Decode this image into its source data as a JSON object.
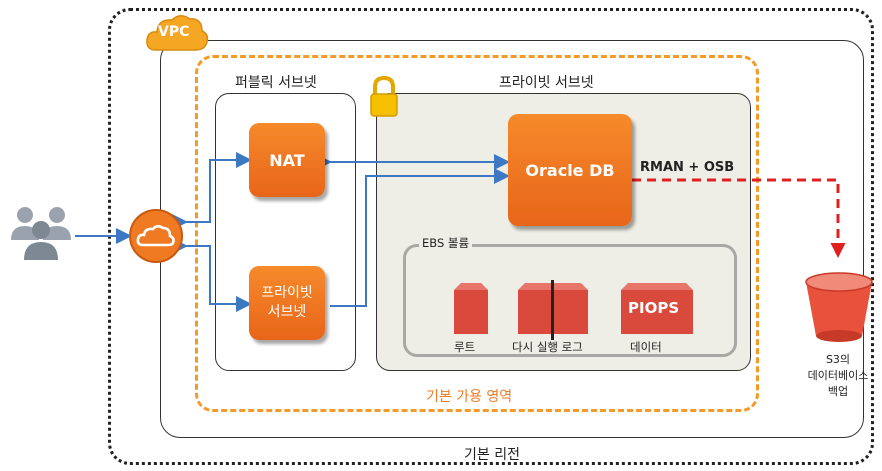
{
  "vpc_badge": "VPC",
  "public_subnet_label": "퍼블릭 서브넷",
  "private_subnet_label": "프라이빗 서브넷",
  "nat_label": "NAT",
  "private_box_label": "프라이빗\n서브넷",
  "oracle_label": "Oracle DB",
  "rman_label": "RMAN + OSB",
  "ebs_label": "EBS 볼륨",
  "volume_root": "루트",
  "volume_redo": "다시 실행 로그",
  "volume_data": "데이터",
  "piops_label": "PIOPS",
  "s3_label": "S3의\n데이터베이스\n백업",
  "az_label": "기본 가용 영역",
  "region_label": "기본 리전",
  "colors": {
    "orange": "#f07a22",
    "dashed_orange": "#f39a2b",
    "arrow_blue": "#3d78c4",
    "backup_red": "#e02020",
    "volume_red": "#d94a3c",
    "private_bg": "#efeee6"
  },
  "icons": [
    "users-icon",
    "internet-gateway-cloud-icon",
    "lock-icon",
    "s3-bucket-icon",
    "vpc-cloud-icon"
  ]
}
